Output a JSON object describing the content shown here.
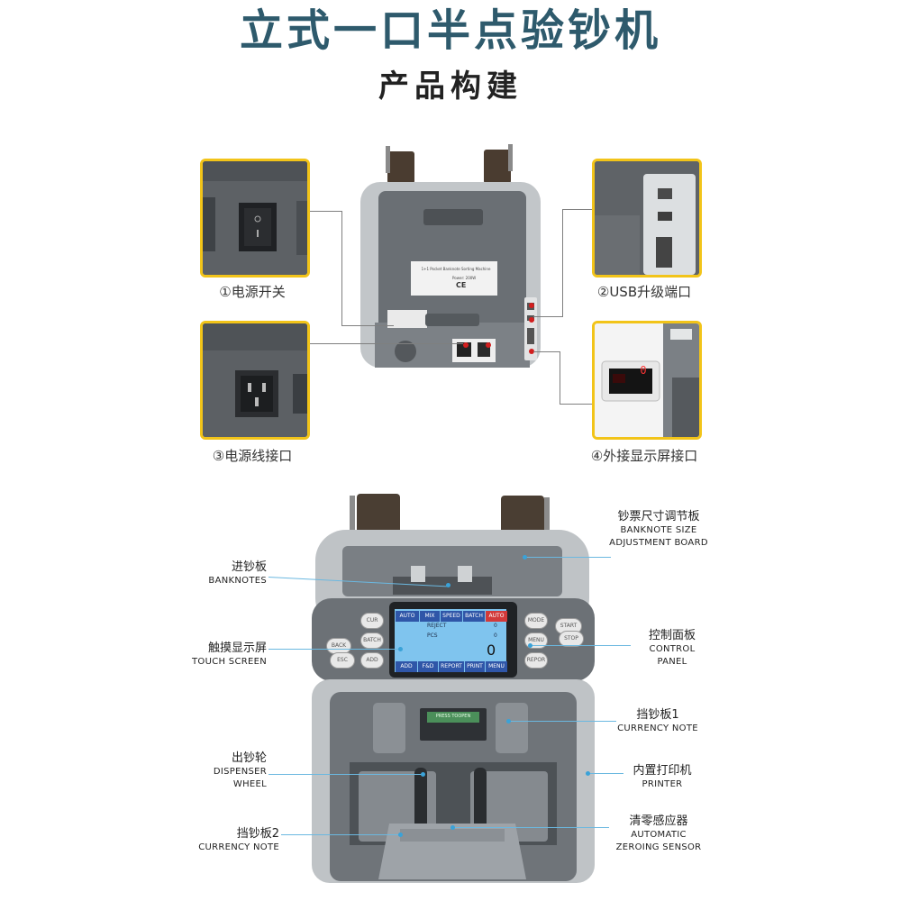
{
  "header": {
    "title": "立式一口半点验钞机",
    "subtitle": "产品构建"
  },
  "rear_view": {
    "label_title": "1+1 Pocket Banknote Sorting Machine",
    "power_text": "Power: 200W",
    "ce_mark": "CE"
  },
  "detail_captions": [
    "①电源开关",
    "②USB升级端口",
    "③电源线接口",
    "④外接显示屏接口"
  ],
  "external_display": {
    "reading": "0"
  },
  "front_view": {
    "feeder_tag": "PRESS TOOPEN",
    "lcd": {
      "top_tabs": [
        "AUTO",
        "MIX",
        "SPEED",
        "BATCH",
        "AUTO"
      ],
      "reject_label": "REJECT",
      "reject_value": "0",
      "pcs_label": "PCS",
      "pcs_value": "0",
      "main_value": "0",
      "bottom_tabs": [
        "ADD",
        "F&D",
        "REPORT",
        "PRINT",
        "MENU"
      ]
    },
    "left_keys": [
      "BACK",
      "ESC",
      "CUR",
      "BATCH",
      "ADD"
    ],
    "right_keys": [
      "MODE",
      "MENU",
      "REPOR",
      "START",
      "STOP"
    ]
  },
  "callouts_left": [
    {
      "cn": "进钞板",
      "en": "BANKNOTES"
    },
    {
      "cn": "触摸显示屏",
      "en": "TOUCH SCREEN"
    },
    {
      "cn": "出钞轮",
      "en1": "DISPENSER",
      "en2": "WHEEL"
    },
    {
      "cn": "挡钞板2",
      "en": "CURRENCY NOTE"
    }
  ],
  "callouts_right": [
    {
      "cn": "钞票尺寸调节板",
      "en1": "BANKNOTE SIZE",
      "en2": "ADJUSTMENT BOARD"
    },
    {
      "cn": "控制面板",
      "en1": "CONTROL",
      "en2": "PANEL"
    },
    {
      "cn": "挡钞板1",
      "en": "CURRENCY NOTE"
    },
    {
      "cn": "内置打印机",
      "en": "PRINTER"
    },
    {
      "cn": "清零感应器",
      "en1": "AUTOMATIC",
      "en2": "ZEROING SENSOR"
    }
  ],
  "colors": {
    "title": "#2e5a6c",
    "frame": "#f2c419",
    "callout_line": "#6bb8e0",
    "lcd": "#7fc4ee",
    "lcd_tab": "#2f56a8",
    "lcd_active_tab": "#d23a3a"
  }
}
